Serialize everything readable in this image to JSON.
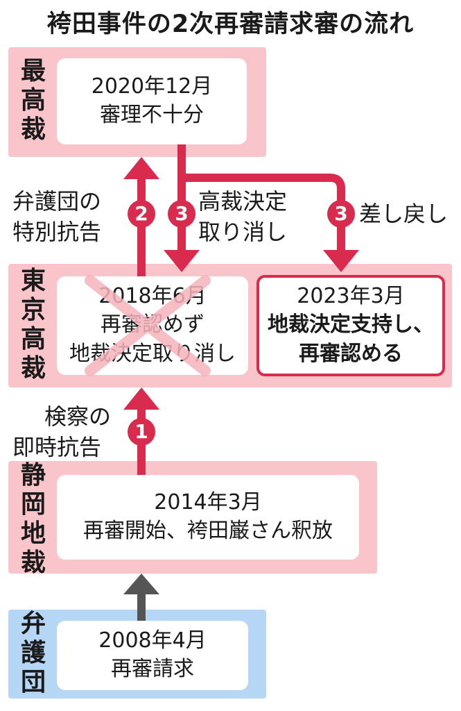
{
  "title": "袴田事件の2次再審請求審の流れ",
  "colors": {
    "court_band": "#f9c4ca",
    "defense_band": "#b6d6f6",
    "accent_red": "#d92b4e",
    "arrow_gray": "#555555"
  },
  "courts": {
    "supreme": {
      "label": [
        "最",
        "高",
        "裁"
      ],
      "date": "2020年12月",
      "desc": [
        "審理不十分"
      ]
    },
    "tokyo_high": {
      "label": [
        "東",
        "京",
        "高",
        "裁"
      ]
    },
    "tokyo_2018": {
      "date": "2018年6月",
      "desc": [
        "再審認めず",
        "地裁決定取り消し"
      ]
    },
    "tokyo_2023": {
      "date": "2023年3月",
      "desc": [
        "地裁決定支持し、",
        "再審認める"
      ]
    },
    "shizuoka": {
      "label": [
        "静",
        "岡",
        "地",
        "裁"
      ],
      "date": "2014年3月",
      "desc": [
        "再審開始、袴田巌さん釈放"
      ]
    },
    "defense": {
      "label": [
        "弁",
        "護",
        "団"
      ],
      "date": "2008年4月",
      "desc": [
        "再審請求"
      ]
    }
  },
  "steps": {
    "step1": {
      "number": "1",
      "text": [
        "検察の",
        "即時抗告"
      ]
    },
    "step2": {
      "number": "2",
      "text": [
        "弁護団の",
        "特別抗告"
      ]
    },
    "step3a": {
      "number": "3",
      "text": [
        "高裁決定",
        "取り消し"
      ]
    },
    "step3b": {
      "number": "3",
      "text": [
        "差し戻し"
      ]
    }
  }
}
